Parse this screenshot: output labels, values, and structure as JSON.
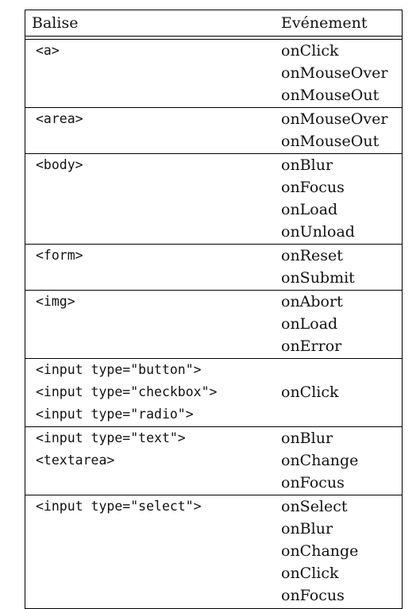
{
  "header": {
    "col1": "Balise",
    "col2": "Evénement"
  },
  "rows": [
    {
      "tags": [
        "<a>"
      ],
      "events": [
        "onClick",
        "onMouseOver",
        "onMouseOut"
      ]
    },
    {
      "tags": [
        "<area>"
      ],
      "events": [
        "onMouseOver",
        "onMouseOut"
      ]
    },
    {
      "tags": [
        "<body>"
      ],
      "events": [
        "onBlur",
        "onFocus",
        "onLoad",
        "onUnload"
      ]
    },
    {
      "tags": [
        "<form>"
      ],
      "events": [
        "onReset",
        "onSubmit"
      ]
    },
    {
      "tags": [
        "<img>"
      ],
      "events": [
        "onAbort",
        "onLoad",
        "onError"
      ]
    },
    {
      "tags": [
        "<input type=\"button\">",
        "<input type=\"checkbox\">",
        "<input type=\"radio\">"
      ],
      "events": [
        "",
        "onClick",
        ""
      ]
    },
    {
      "tags": [
        "<input type=\"text\">",
        "<textarea>"
      ],
      "events": [
        "onBlur",
        "onChange",
        "onFocus"
      ]
    },
    {
      "tags": [
        "<input type=\"select\">"
      ],
      "events": [
        "onSelect",
        "onBlur",
        "onChange",
        "onClick",
        "onFocus"
      ]
    }
  ]
}
